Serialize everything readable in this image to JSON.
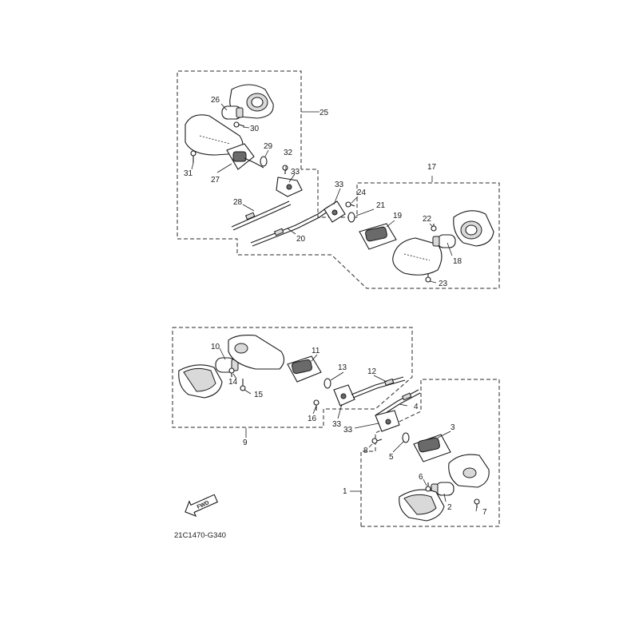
{
  "diagram": {
    "drawing_code": "21C1470-G340",
    "direction_label": "FWD",
    "callouts": {
      "c1": "1",
      "c2": "2",
      "c3": "3",
      "c4": "4",
      "c5": "5",
      "c6": "6",
      "c7": "7",
      "c8": "8",
      "c9": "9",
      "c10": "10",
      "c11": "11",
      "c12": "12",
      "c13": "13",
      "c14": "14",
      "c15": "15",
      "c16": "16",
      "c17": "17",
      "c18": "18",
      "c19": "19",
      "c20": "20",
      "c21": "21",
      "c22": "22",
      "c23": "23",
      "c24": "24",
      "c25": "25",
      "c26": "26",
      "c27": "27",
      "c28": "28",
      "c29": "29",
      "c30": "30",
      "c31": "31",
      "c32": "32",
      "c33a": "33",
      "c33b": "33",
      "c33c": "33",
      "c33d": "33"
    }
  }
}
